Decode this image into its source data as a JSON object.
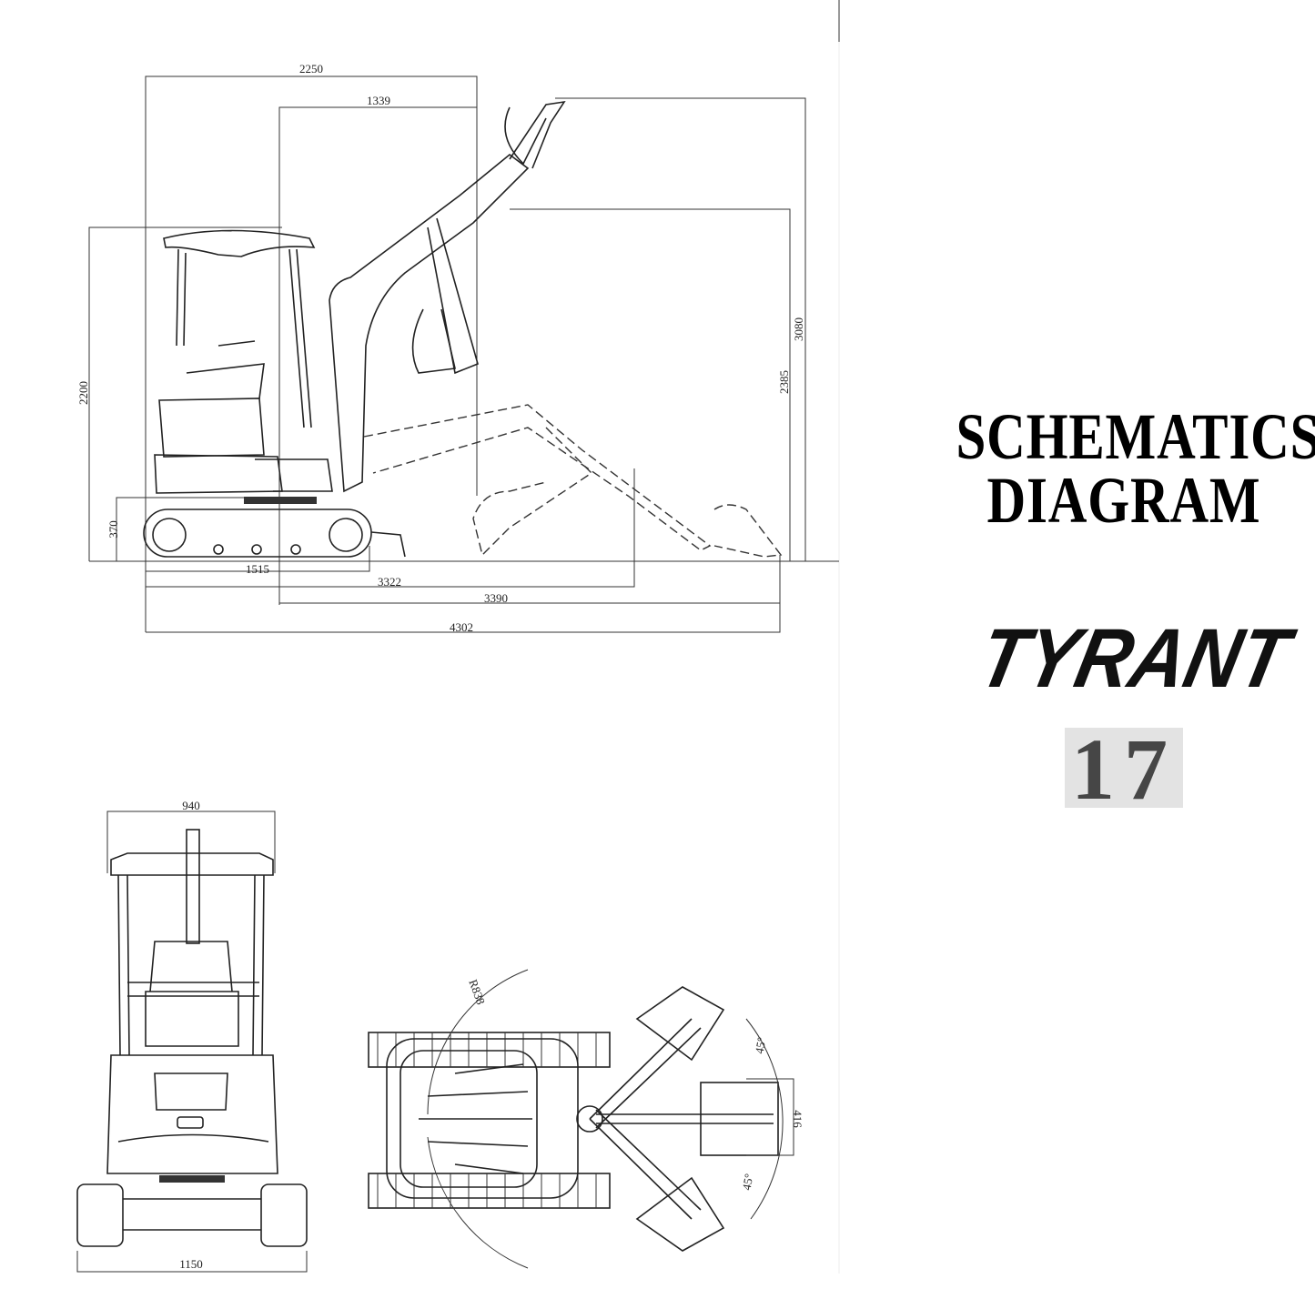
{
  "heading": {
    "line1": "SCHEMATICS",
    "line2": "DIAGRAM"
  },
  "brand": {
    "name": "TYRANT",
    "model": "17"
  },
  "side_view": {
    "dimensions": {
      "d2250": "2250",
      "d1339": "1339",
      "d3080": "3080",
      "d2385": "2385",
      "d2200": "2200",
      "d370": "370",
      "d1515": "1515",
      "d3322": "3322",
      "d3390": "3390",
      "d4302": "4302"
    }
  },
  "front_view": {
    "dimensions": {
      "d940": "940",
      "d1150": "1150"
    }
  },
  "top_view": {
    "dimensions": {
      "radius": "R838",
      "angle_upper": "45°",
      "angle_lower": "45°",
      "d416": "416"
    }
  }
}
